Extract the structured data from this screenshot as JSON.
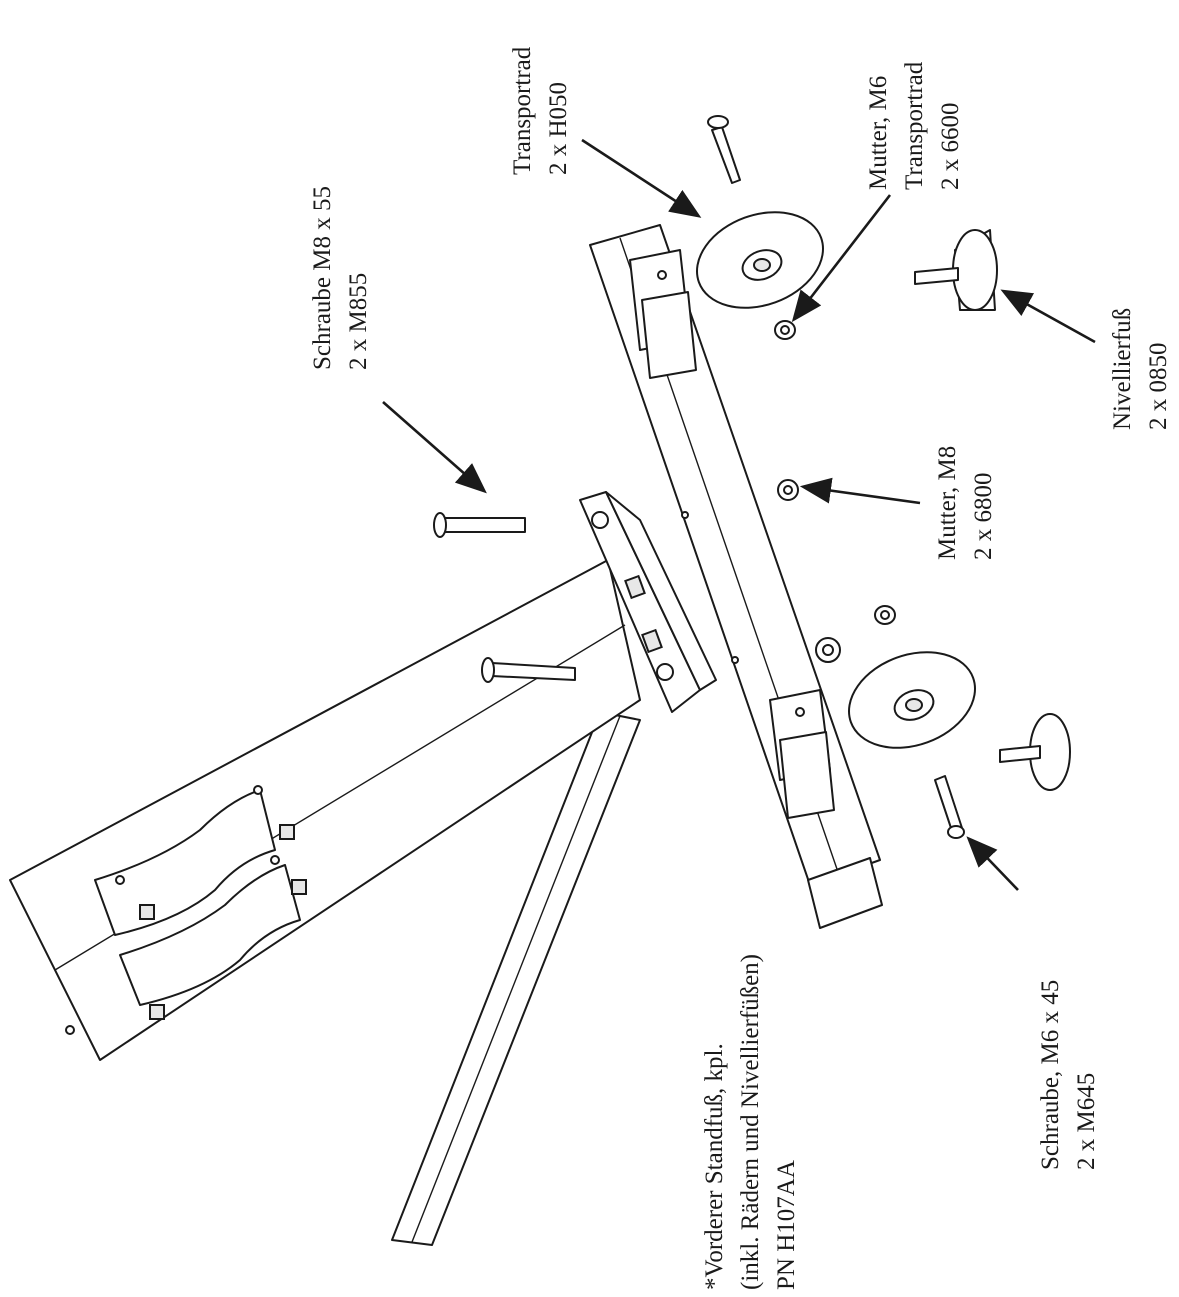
{
  "labels": {
    "transportrad_h": [
      "Transportrad",
      "2 x H050"
    ],
    "mutter_m6": [
      "Mutter, M6",
      "Transportrad",
      "2 x 6600"
    ],
    "schraube_m855": [
      "Schraube M8 x 55",
      "2 x M855"
    ],
    "nivellierfuss": [
      "Nivellierfuß",
      "2 x 0850"
    ],
    "mutter_m8": [
      "Mutter, M8",
      "2 x 6800"
    ],
    "standfuss": [
      "*Vorderer Standfuß, kpl.",
      "(inkl. Rädern und Nivellierfüßen)",
      "PN H107AA"
    ],
    "schraube_m645": [
      "Schraube,  M6 x 45",
      "2 x M645"
    ]
  }
}
